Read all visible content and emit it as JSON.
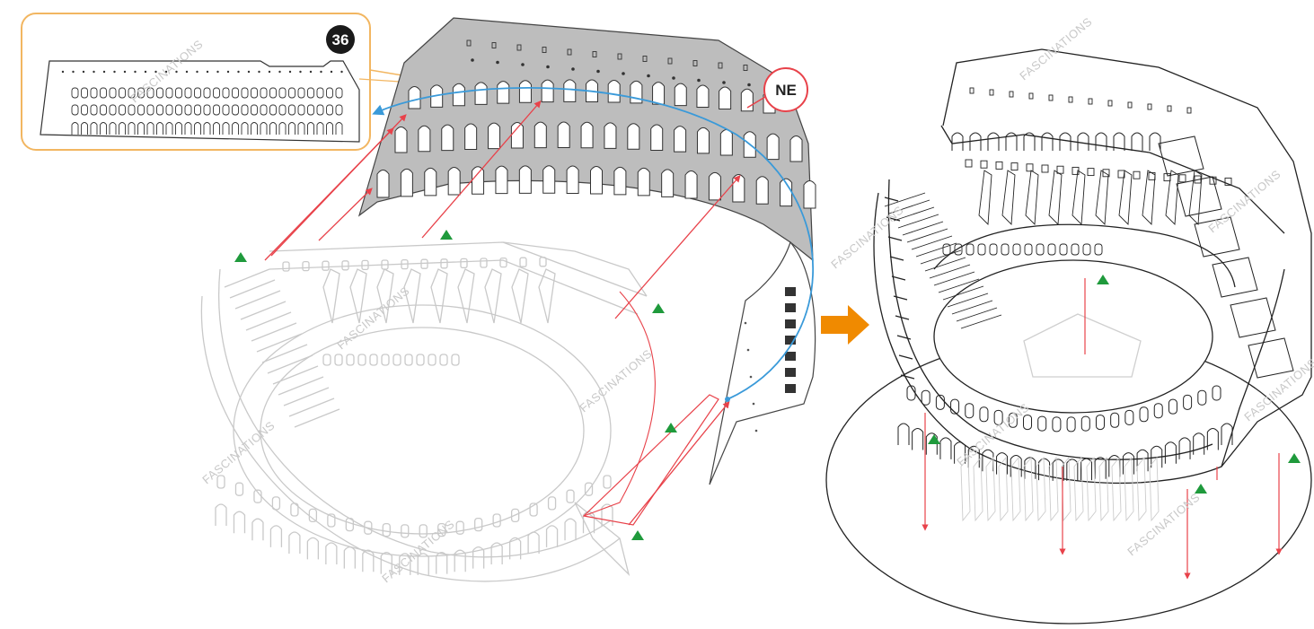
{
  "colors": {
    "arrow_red": "#e8424a",
    "arrow_blue": "#3a9ad9",
    "marker_green": "#1f9a3c",
    "step_arrow": "#f08a00",
    "callout_border": "#f2b661",
    "shaded_part": "#bdbdbd",
    "line_dark": "#222222",
    "line_light": "#c9c9c9"
  },
  "diagram": {
    "step_badge": "36",
    "direction_label": "NE",
    "watermark": "FASCINATIONS",
    "icons": [
      "step-number-badge",
      "compass-direction-callout",
      "next-step-arrow-icon",
      "alignment-triangle-icon"
    ]
  }
}
